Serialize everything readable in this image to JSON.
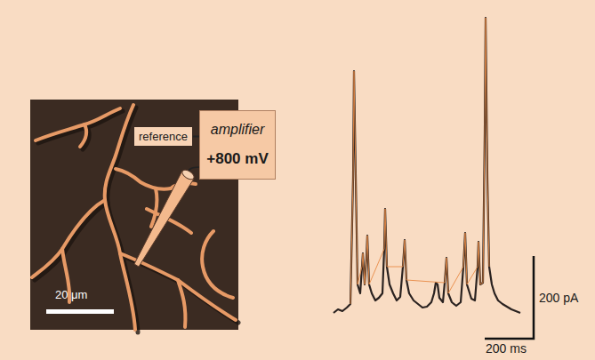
{
  "diagram": {
    "nodes": [
      {
        "text": [
          "reference"
        ]
      },
      {
        "text": [
          "amplifier",
          "+800 mV"
        ]
      }
    ],
    "edges": [
      {
        "from": 0,
        "to": 1,
        "arrow": "none"
      }
    ],
    "labels": [
      "20 μm",
      "200 pA",
      "200 ms"
    ]
  }
}
